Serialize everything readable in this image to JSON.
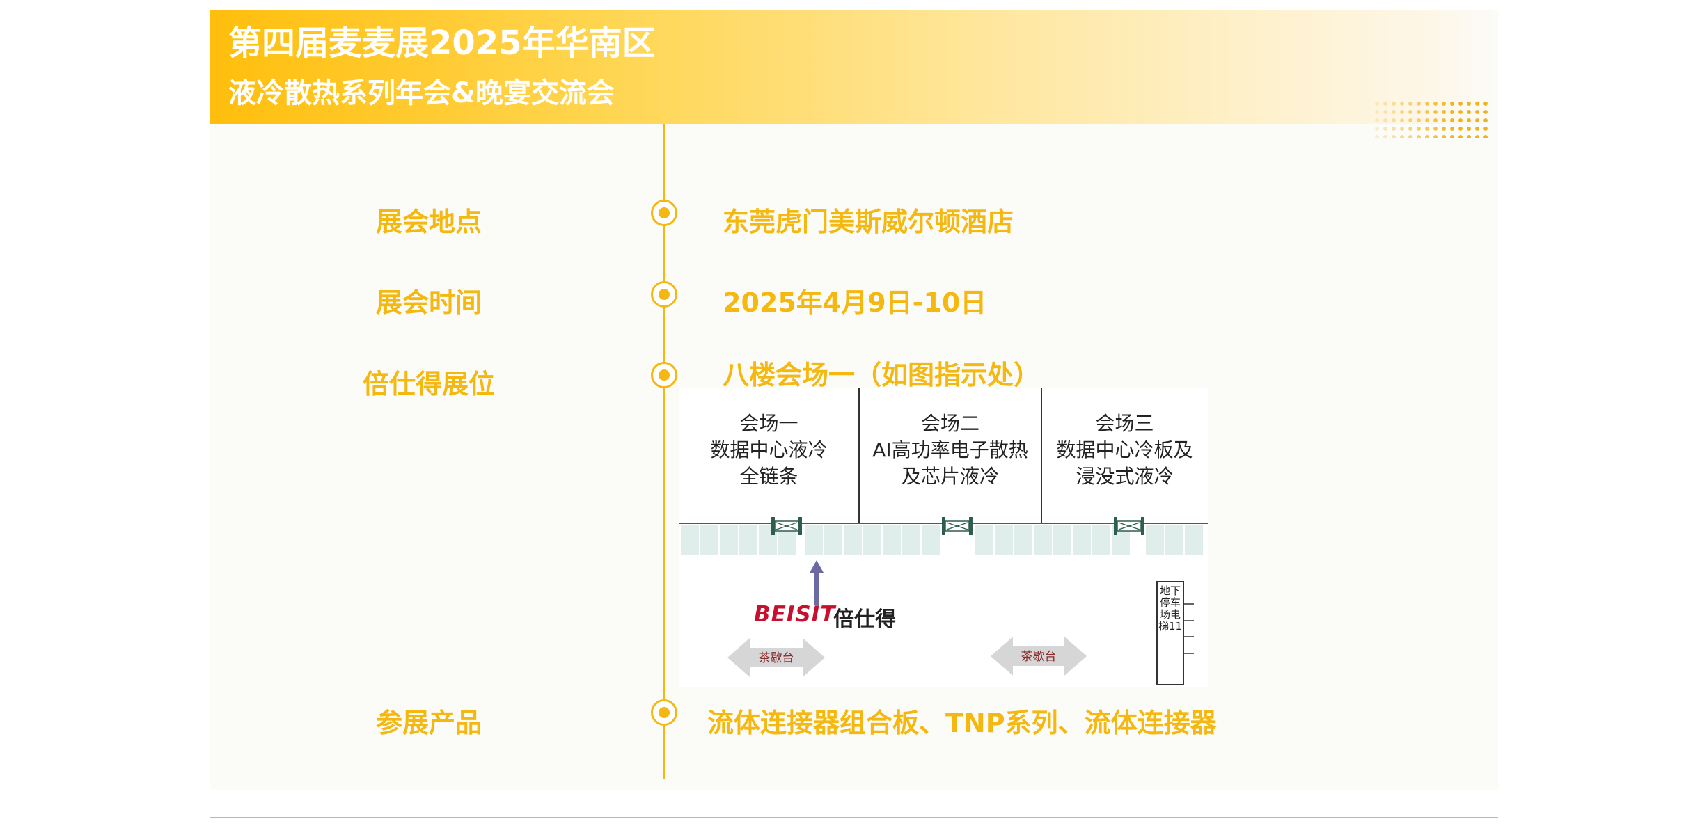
{
  "header": {
    "title": "第四届麦麦展2025年华南区",
    "subtitle": "液冷散热系列年会&晚宴交流会"
  },
  "rows": [
    {
      "label": "展会地点",
      "value": "东莞虎门美斯威尔顿酒店"
    },
    {
      "label": "展会时间",
      "value": "2025年4月9日-10日"
    },
    {
      "label": "倍仕得展位",
      "value": "八楼会场一（如图指示处）"
    },
    {
      "label": "参展产品",
      "value": "流体连接器组合板、TNP系列、流体连接器"
    }
  ],
  "floor_plan": {
    "halls": [
      {
        "line1": "会场一",
        "line2": "数据中心液冷",
        "line3": "全链条"
      },
      {
        "line1": "会场二",
        "line2": "AI高功率电子散热",
        "line3": "及芯片液冷"
      },
      {
        "line1": "会场三",
        "line2": "数据中心冷板及",
        "line3": "浸没式液冷"
      }
    ],
    "brand_logo": "BEISIT",
    "brand_name": "倍仕得",
    "tea_break_1": "茶歇台",
    "tea_break_2": "茶歇台",
    "elevator": "地下停车场电梯11"
  },
  "colors": {
    "accent": "#f5b811",
    "banner_start": "#ffbe0c",
    "brand_red": "#c8102e",
    "arrow_blue": "#6b6aa3",
    "door_green": "#2e5e4e",
    "partition": "#dfeeea"
  }
}
